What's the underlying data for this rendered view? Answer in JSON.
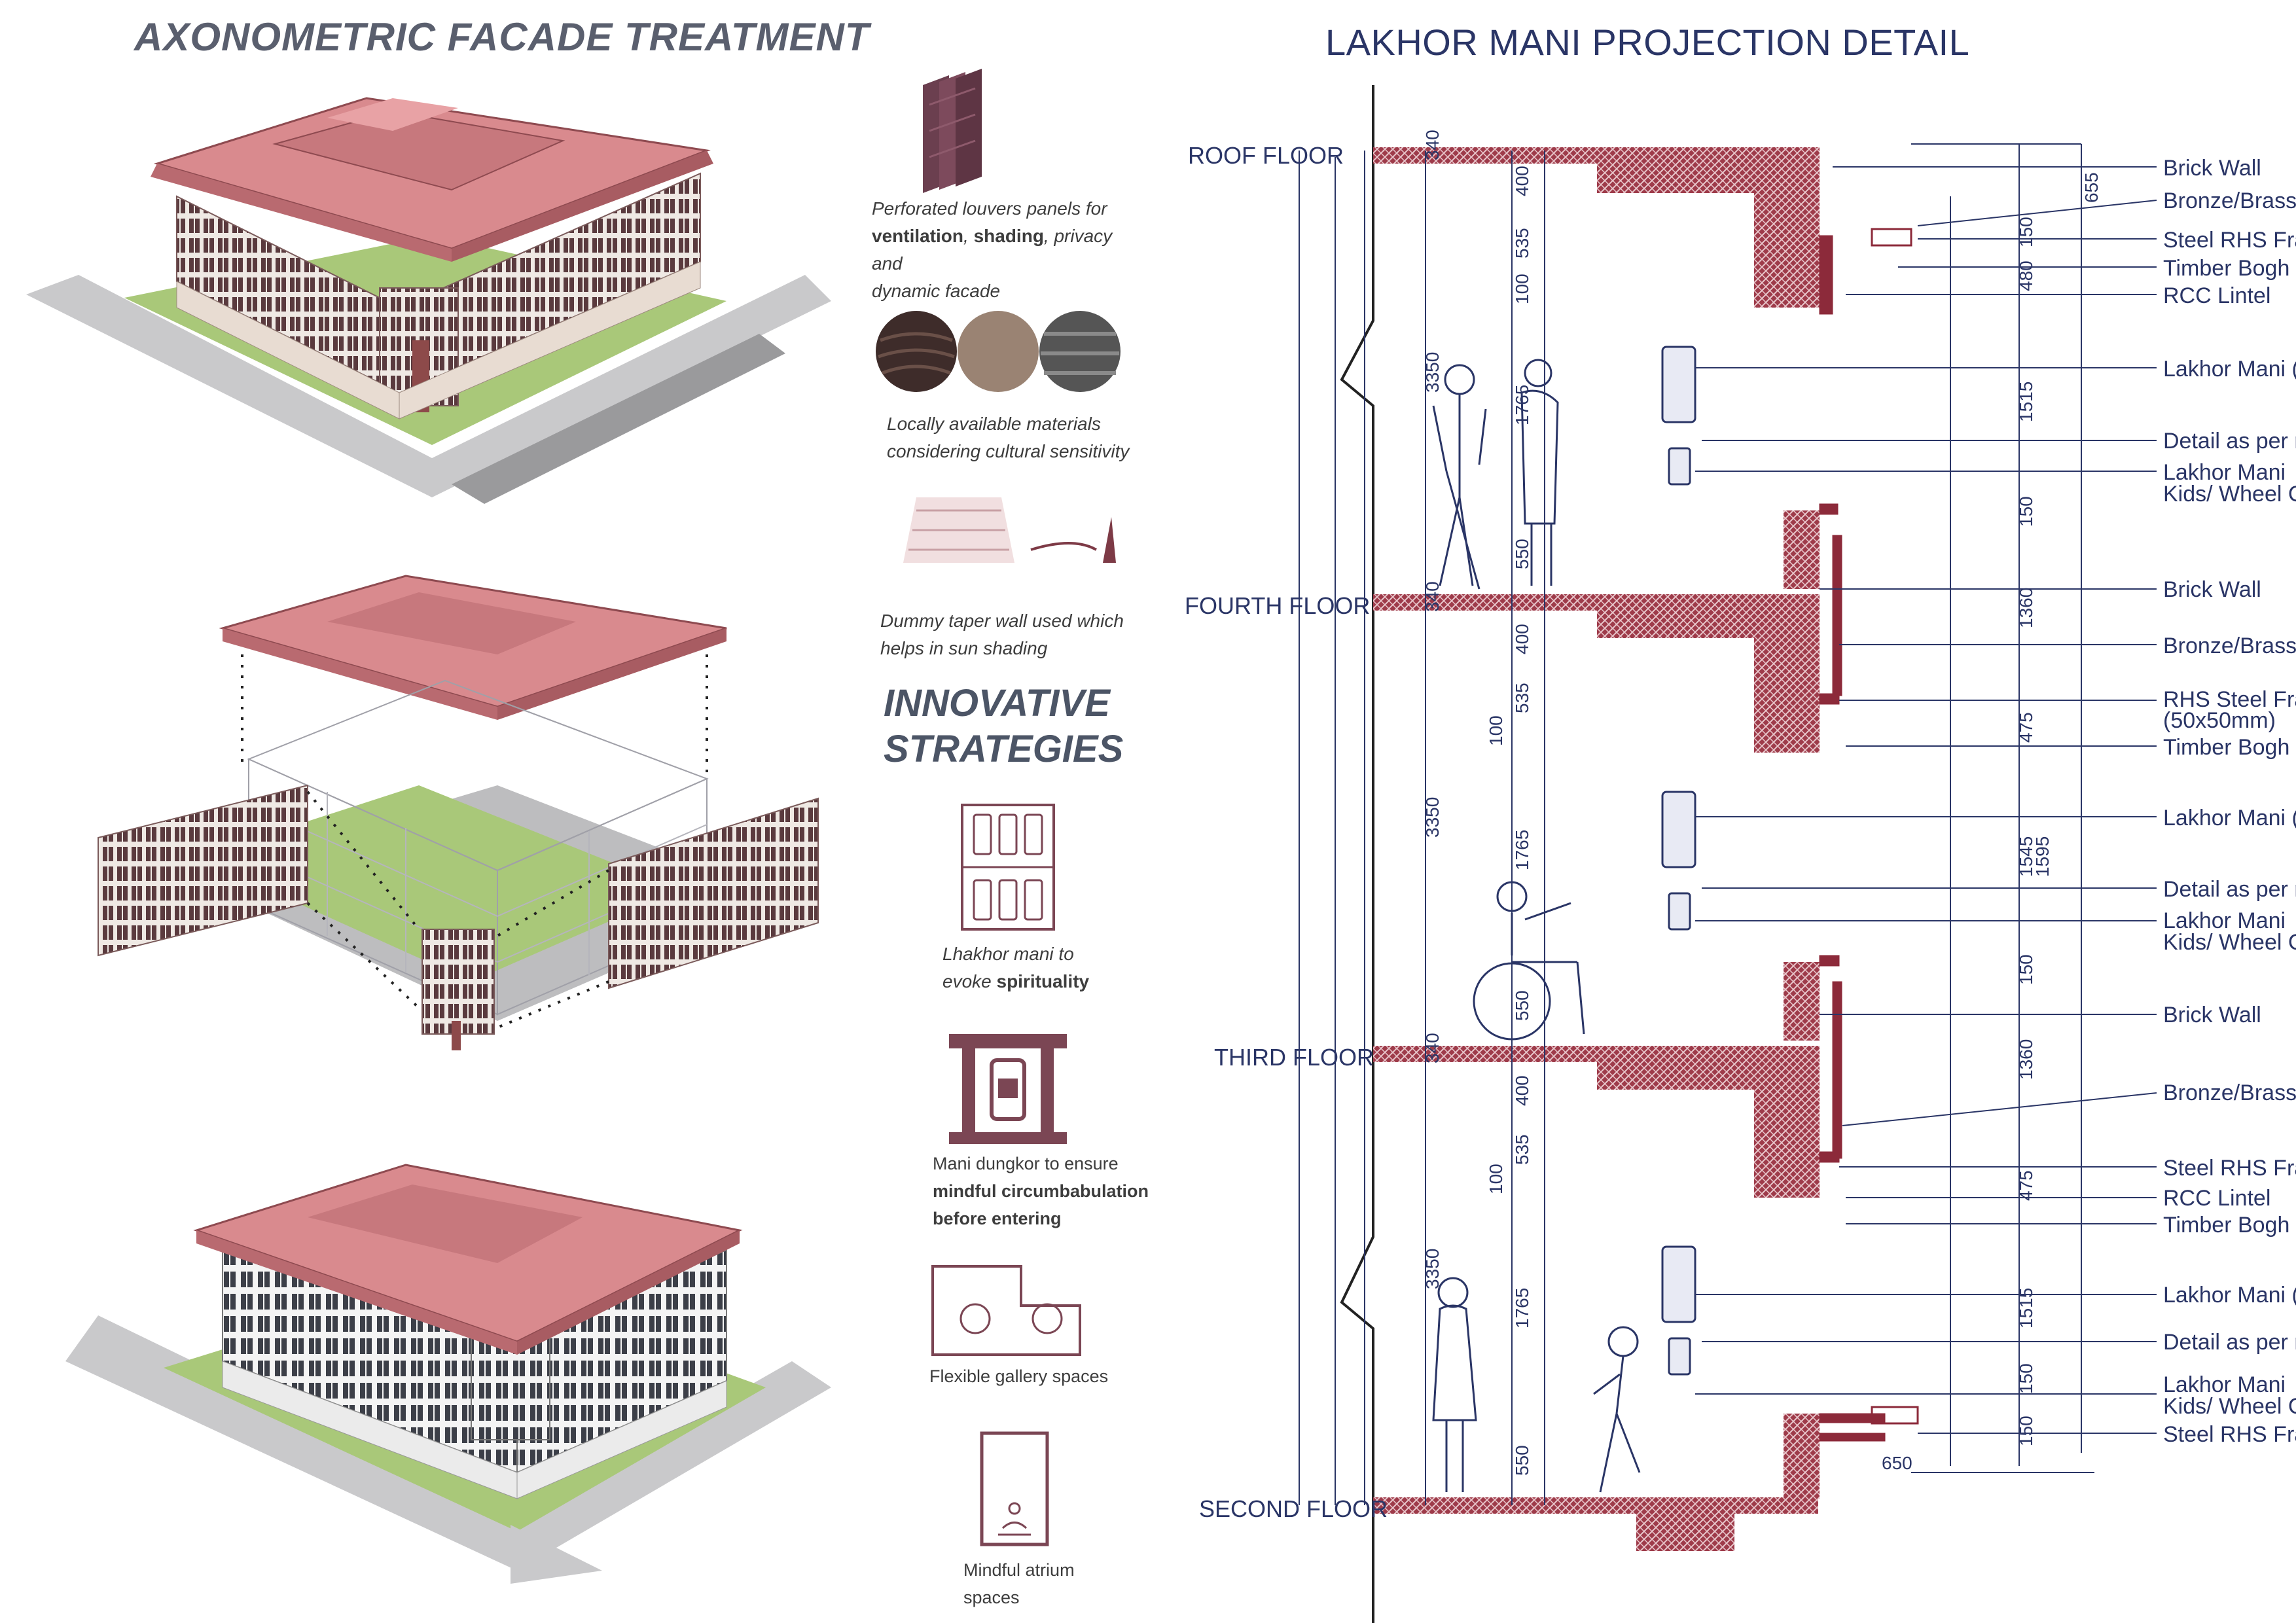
{
  "left_title": "AXONOMETRIC FACADE TREATMENT",
  "right_title": "LAKHOR MANI PROJECTION DETAIL",
  "strategies": {
    "louvers": {
      "pre": "Perforated louvers panels for",
      "b1": "ventilation",
      "m1": ",",
      "b2": "shading",
      "m2": ", privacy and",
      "line3": "dynamic facade"
    },
    "materials": {
      "line1": "Locally available materials",
      "line2": "considering cultural sensitivity"
    },
    "taper": {
      "line1": "Dummy taper wall used which",
      "line2": "helps in sun shading"
    },
    "heading": {
      "line1": "INNOVATIVE",
      "line2": "STRATEGIES"
    },
    "lhakhor": {
      "line1": "Lhakhor mani to",
      "pre": "evoke ",
      "bold": "spirituality"
    },
    "dungkor": {
      "line1": "Mani dungkor to ensure",
      "line2": "mindful circumbabulation",
      "line3": "before entering"
    },
    "gallery": {
      "line1": "Flexible gallery spaces"
    },
    "atrium": {
      "line1": "Mindful atrium",
      "line2": "spaces"
    }
  },
  "floors": [
    "ROOF FLOOR",
    "FOURTH  FLOOR",
    "THIRD FLOOR",
    "SECOND FLOOR"
  ],
  "labels": [
    "Brick Wall",
    "Bronze/Brass Cladding",
    "Steel RHS Frame",
    "Timber Bogh and Dhung",
    "RCC Lintel",
    "Lakhor Mani (Adult)",
    "Detail as per religious specifications",
    "Lakhor Mani",
    "Kids/ Wheel Chair",
    "Brick Wall",
    "Bronze/Brass Cladding",
    "RHS Steel Frame",
    "(50x50mm)",
    "Timber Bogh and Dhung",
    "Lakhor Mani (Adult)",
    "Detail as per religious specifications",
    "Lakhor Mani",
    "Kids/ Wheel Chair",
    "Brick Wall",
    "Bronze/Brass Cladding",
    "Steel RHS Frame",
    "RCC Lintel",
    "Timber Bogh and Dhung",
    "Lakhor Mani (Adult)",
    "Detail as per religious specifications",
    "Lakhor Mani",
    "Kids/ Wheel Chair",
    "Steel RHS Frame"
  ],
  "dims": {
    "d3350a": "3350",
    "d3350b": "3350",
    "d3350c": "3350",
    "d400a": "400",
    "d400b": "400",
    "d400c": "400",
    "d400d": "400",
    "d535a": "535",
    "d535b": "535",
    "d535c": "535",
    "d100a": "100",
    "d100b": "100",
    "d100c": "100",
    "d1765a": "1765",
    "d1765b": "1765",
    "d1765c": "1765",
    "d550a": "550",
    "d550b": "550",
    "d550c": "550",
    "d655": "655",
    "d150a": "150",
    "d480": "480",
    "d1515a": "1515",
    "d150b": "150",
    "d1360a": "1360",
    "d475a": "475",
    "d1545": "1545",
    "d1595": "1595",
    "d150c": "150",
    "d1360b": "1360",
    "d475b": "475",
    "d1515b": "1515",
    "d150d": "150",
    "d150e": "150",
    "d650": "650",
    "d340a": "340",
    "d340b": "340",
    "d340c": "340"
  },
  "colors": {
    "slab": "#9e3b4a",
    "roof": "#d98a8e",
    "ink": "#2a3566",
    "leader": "#2a3566"
  }
}
